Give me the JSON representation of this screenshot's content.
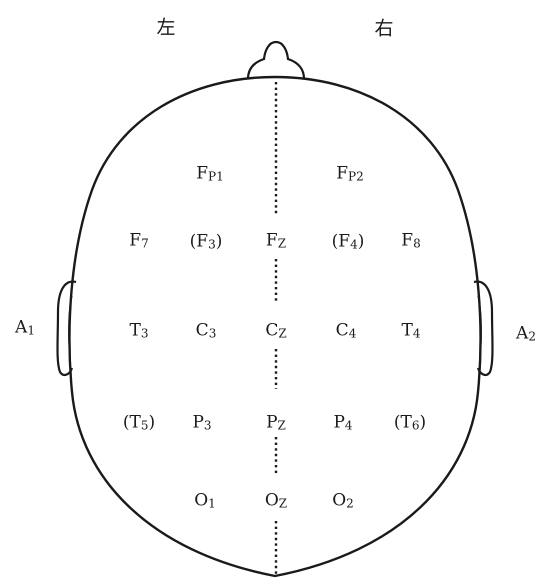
{
  "sides": {
    "left": "左",
    "right": "右"
  },
  "electrodes": [
    {
      "id": "FP1",
      "main": "F",
      "sub": "P1",
      "paren": false
    },
    {
      "id": "FP2",
      "main": "F",
      "sub": "P2",
      "paren": false
    },
    {
      "id": "F7",
      "main": "F",
      "sub": "7",
      "paren": false
    },
    {
      "id": "F3",
      "main": "F",
      "sub": "3",
      "paren": true
    },
    {
      "id": "FZ",
      "main": "F",
      "sub": "Z",
      "paren": false
    },
    {
      "id": "F4",
      "main": "F",
      "sub": "4",
      "paren": true
    },
    {
      "id": "F8",
      "main": "F",
      "sub": "8",
      "paren": false
    },
    {
      "id": "A1",
      "main": "A",
      "sub": "1",
      "paren": false
    },
    {
      "id": "T3",
      "main": "T",
      "sub": "3",
      "paren": false
    },
    {
      "id": "C3",
      "main": "C",
      "sub": "3",
      "paren": false
    },
    {
      "id": "CZ",
      "main": "C",
      "sub": "Z",
      "paren": false
    },
    {
      "id": "C4",
      "main": "C",
      "sub": "4",
      "paren": false
    },
    {
      "id": "T4",
      "main": "T",
      "sub": "4",
      "paren": false
    },
    {
      "id": "A2",
      "main": "A",
      "sub": "2",
      "paren": false
    },
    {
      "id": "T5",
      "main": "T",
      "sub": "5",
      "paren": true
    },
    {
      "id": "P3",
      "main": "P",
      "sub": "3",
      "paren": false
    },
    {
      "id": "PZ",
      "main": "P",
      "sub": "Z",
      "paren": false
    },
    {
      "id": "P4",
      "main": "P",
      "sub": "4",
      "paren": false
    },
    {
      "id": "T6",
      "main": "T",
      "sub": "6",
      "paren": true
    },
    {
      "id": "O1",
      "main": "O",
      "sub": "1",
      "paren": false
    },
    {
      "id": "OZ",
      "main": "O",
      "sub": "Z",
      "paren": false
    },
    {
      "id": "O2",
      "main": "O",
      "sub": "2",
      "paren": false
    }
  ]
}
